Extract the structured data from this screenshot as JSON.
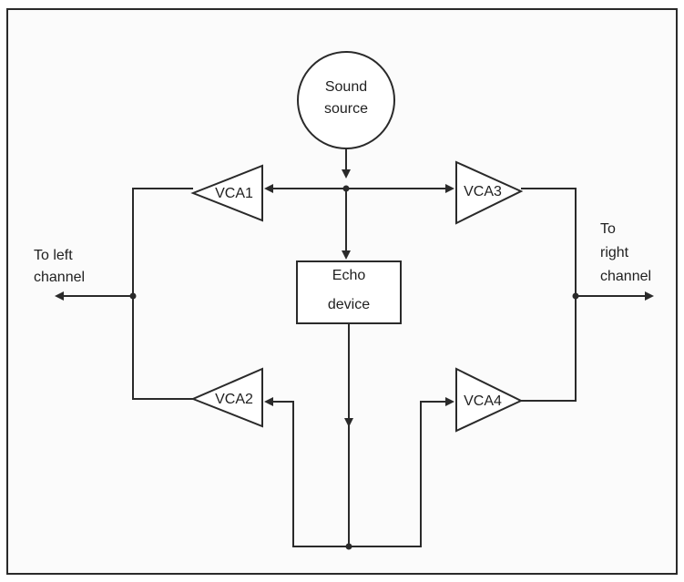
{
  "diagram": {
    "nodes": {
      "sound_source": {
        "line1": "Sound",
        "line2": "source"
      },
      "echo_device": {
        "line1": "Echo",
        "line2": "device"
      },
      "vca1": {
        "label": "VCA1"
      },
      "vca2": {
        "label": "VCA2"
      },
      "vca3": {
        "label": "VCA3"
      },
      "vca4": {
        "label": "VCA4"
      }
    },
    "outputs": {
      "left": {
        "line1": "To left",
        "line2": "channel"
      },
      "right": {
        "line1": "To",
        "line2": "right",
        "line3": "channel"
      }
    },
    "colors": {
      "stroke": "#2a2a2a",
      "background": "#ffffff",
      "frame_fill": "#fbfbfb"
    }
  }
}
